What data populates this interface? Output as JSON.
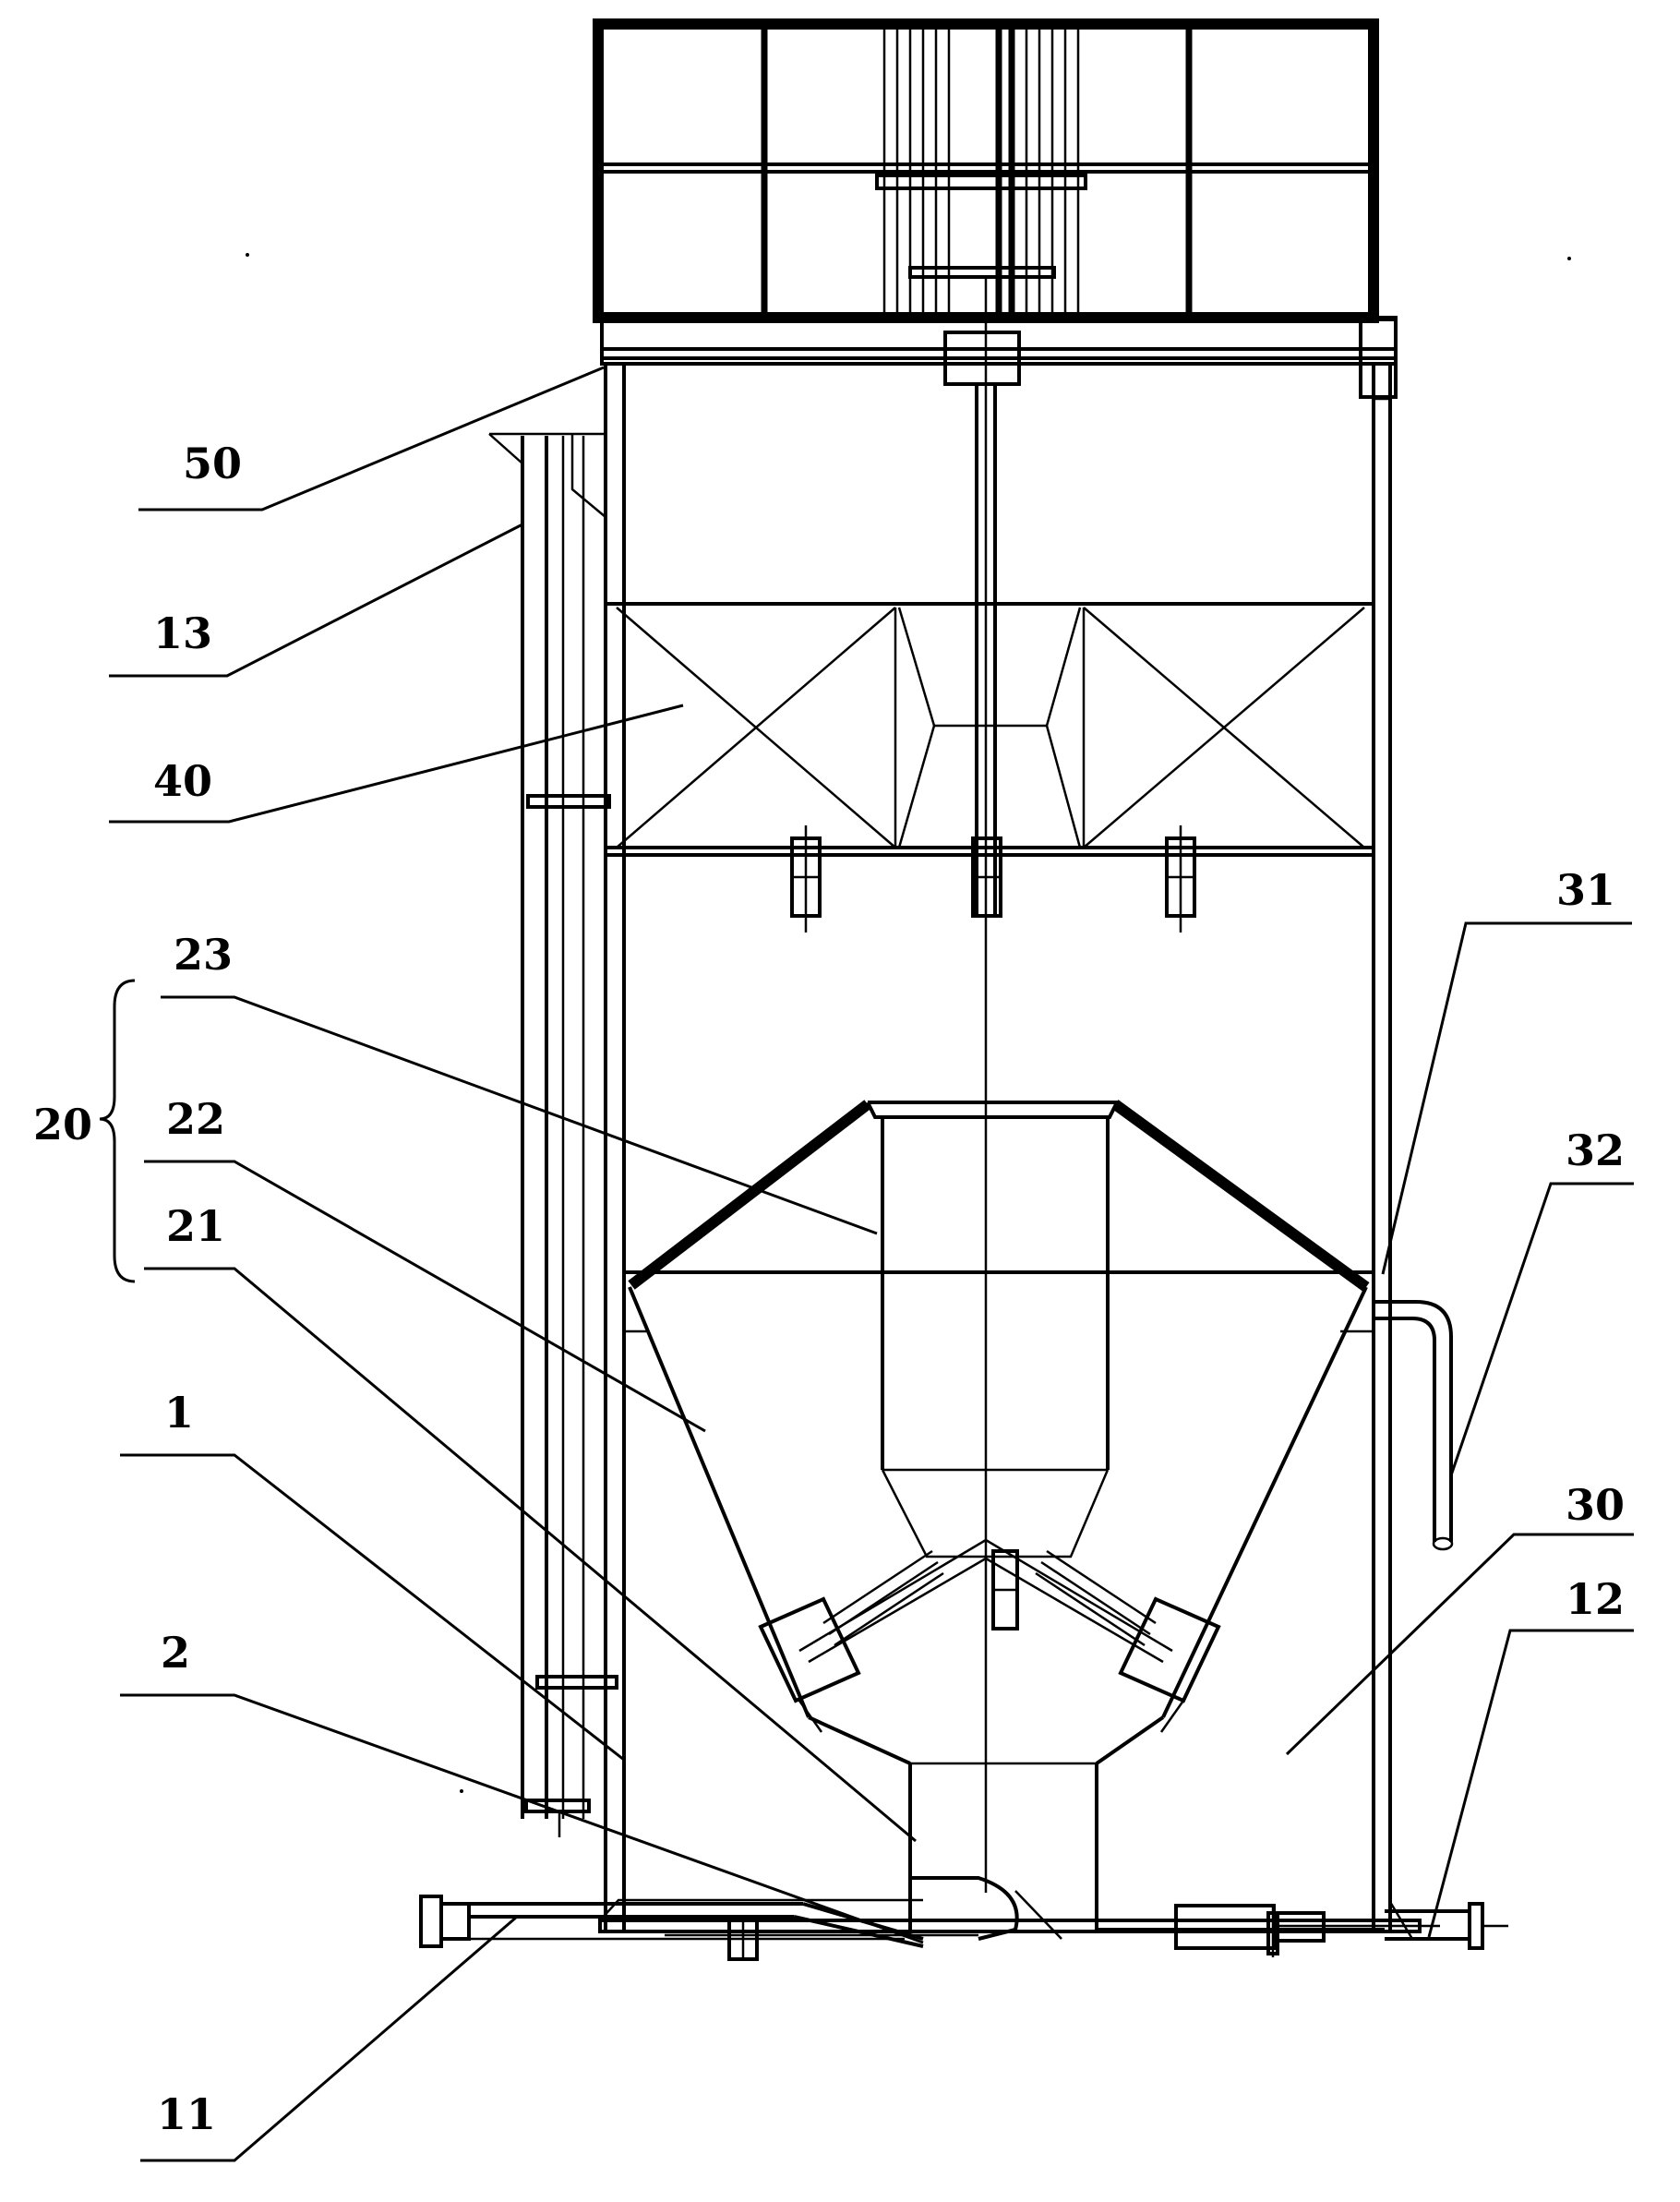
{
  "labels": {
    "l50": "50",
    "l13": "13",
    "l40": "40",
    "l23": "23",
    "l20": "20",
    "l22": "22",
    "l21": "21",
    "l1": "1",
    "l2": "2",
    "l11": "11",
    "l31": "31",
    "l32": "32",
    "l30": "30",
    "l12": "12"
  }
}
